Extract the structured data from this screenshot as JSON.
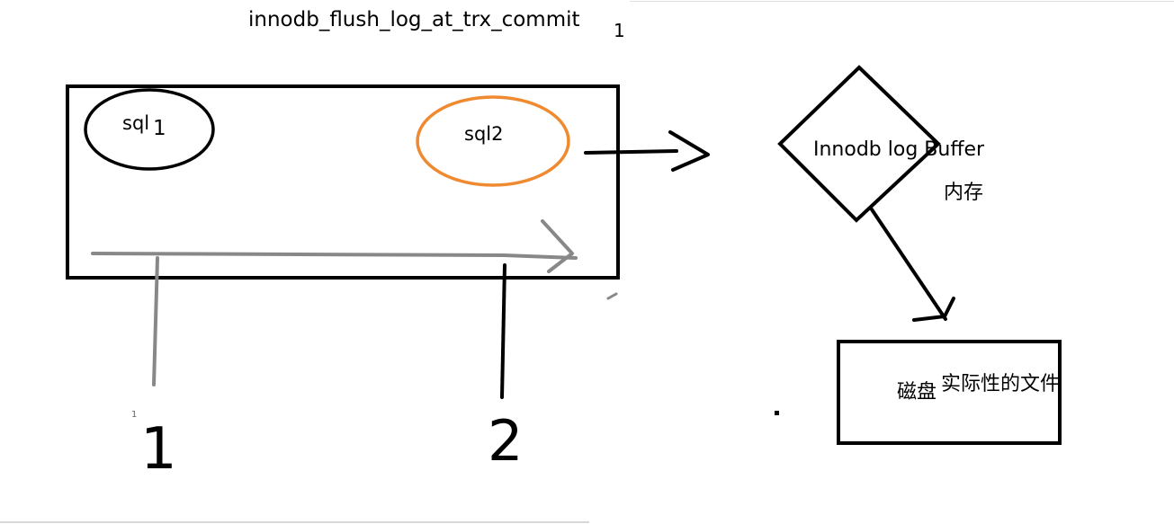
{
  "title": "innodb_flush_log_at_trx_commit",
  "title_value": "1",
  "transaction": {
    "sql1_label": "sql",
    "sql1_subscript": "1",
    "sql2_label": "sql2"
  },
  "buffer": {
    "label": "Innodb  log Buffer",
    "memory_label": "内存"
  },
  "disk": {
    "label": "磁盘",
    "file_label": "实际性的文件"
  },
  "steps": {
    "one": "1",
    "two": "2",
    "small_one": "1"
  },
  "colors": {
    "ink": "#000000",
    "sql2_ellipse": "#f08a30",
    "timeline": "#888888"
  }
}
